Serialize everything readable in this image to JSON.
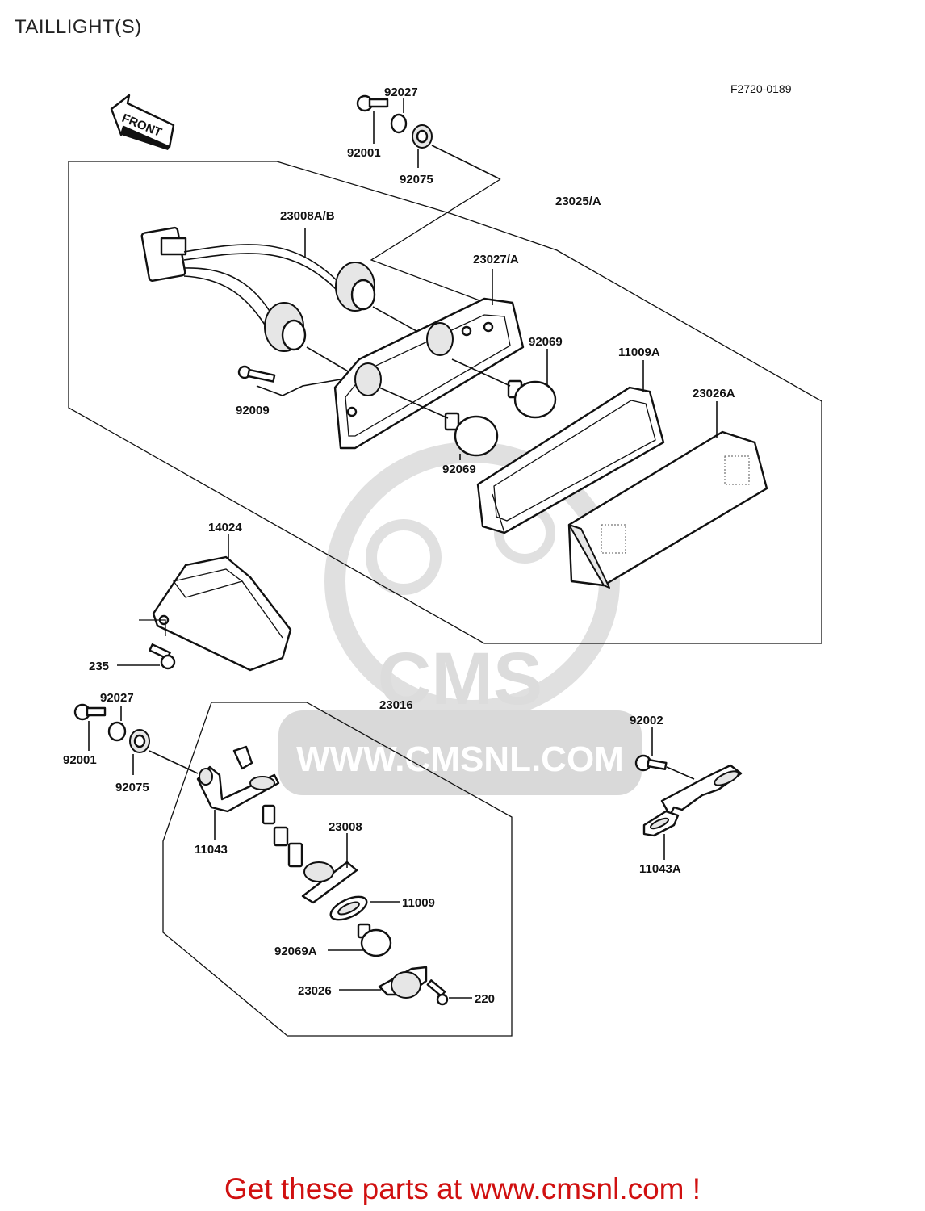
{
  "page": {
    "title": "TAILLIGHT(S)",
    "figure_code": "F2720-0189",
    "direction_arrow": "FRONT",
    "footer": "Get these parts at www.cmsnl.com !",
    "watermark": {
      "brand": "CMS",
      "url": "WWW.CMSNL.COM"
    }
  },
  "labels": {
    "p92027_top": "92027",
    "p92001_top": "92001",
    "p92075_top": "92075",
    "p23025A": "23025/A",
    "p23008AB": "23008A/B",
    "p23027A": "23027/A",
    "p92069_right": "92069",
    "p11009A": "11009A",
    "p23026A": "23026A",
    "p92009": "92009",
    "p92069_left": "92069",
    "p14024": "14024",
    "p235": "235",
    "p92027_bottom": "92027",
    "p92001_bottom": "92001",
    "p92075_bottom": "92075",
    "p23016": "23016",
    "p11043": "11043",
    "p23008": "23008",
    "p11009": "11009",
    "p92069A": "92069A",
    "p23026": "23026",
    "p220": "220",
    "p92002": "92002",
    "p11043A": "11043A"
  },
  "colors": {
    "line": "#111111",
    "footer": "#d01010",
    "watermark": "#d9d9d9"
  }
}
